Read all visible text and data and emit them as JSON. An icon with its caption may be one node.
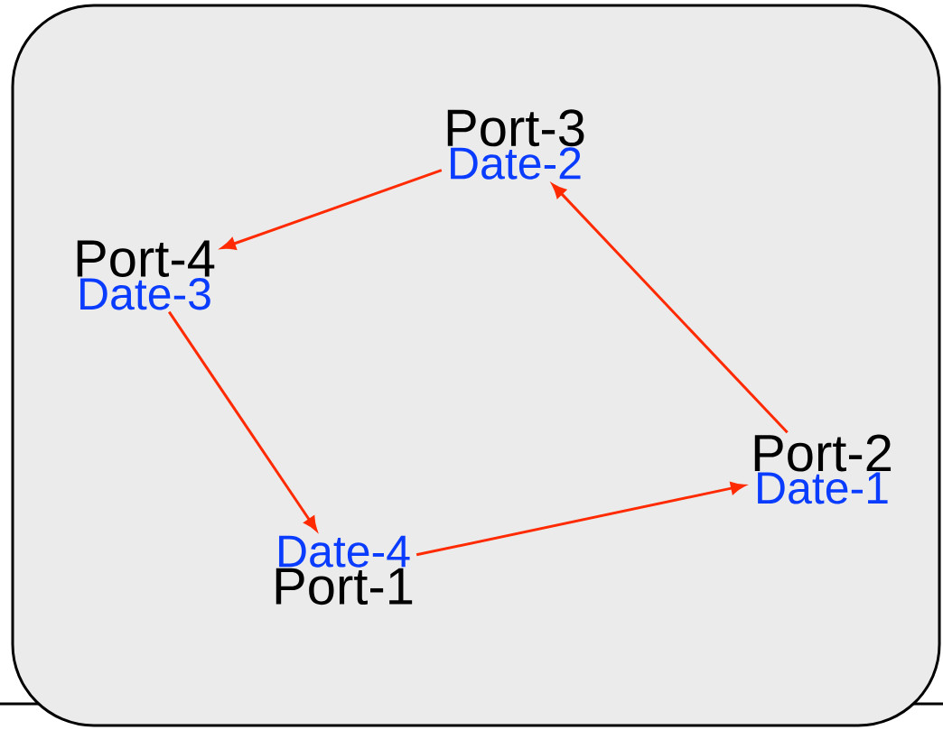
{
  "diagram": {
    "nodes": [
      {
        "text": [
          "Port-3",
          "Date-2"
        ]
      },
      {
        "text": [
          "Port-4",
          "Date-3"
        ]
      },
      {
        "text": [
          "Port-2",
          "Date-1"
        ]
      },
      {
        "text": [
          "Date-4",
          "Port-1"
        ]
      }
    ],
    "edges": [
      {
        "from": 3,
        "to": 2,
        "arrow": "to"
      },
      {
        "from": 2,
        "to": 0,
        "arrow": "to"
      },
      {
        "from": 0,
        "to": 1,
        "arrow": "to"
      },
      {
        "from": 1,
        "to": 3,
        "arrow": "to"
      }
    ]
  }
}
